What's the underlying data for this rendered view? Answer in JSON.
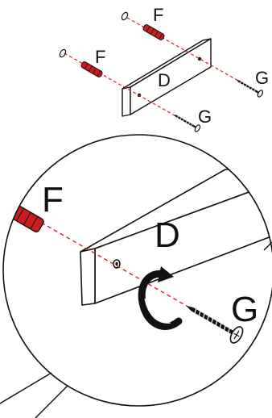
{
  "labels": {
    "small": {
      "f_top": "F",
      "f_left": "F",
      "d": "D",
      "g_right": "G",
      "g_bottom": "G"
    },
    "zoom": {
      "f": "F",
      "d": "D",
      "g": "G"
    }
  },
  "colors": {
    "line": "#111111",
    "guide": "#e0201c",
    "dowel": "#c91e1e",
    "board_fill": "#ffffff",
    "rotation_arrow": "#111111"
  },
  "icons": {
    "rotation": "clockwise-rotate-arrow-icon"
  }
}
